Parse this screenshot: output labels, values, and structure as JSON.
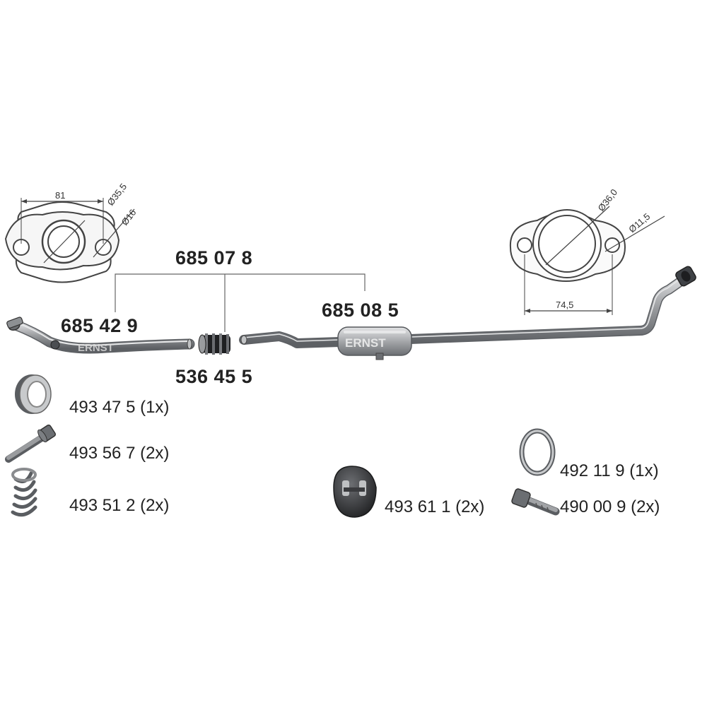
{
  "assembly": {
    "number": "685 07 8"
  },
  "parts": {
    "front_pipe": {
      "number": "685 42 9"
    },
    "connector": {
      "number": "536 45 5"
    },
    "middle_silencer": {
      "number": "685 08 5",
      "brand": "ERNST"
    },
    "front_pipe_brand": "ERNST"
  },
  "flange_left": {
    "width": "81",
    "dia_outer": "Ø35,5",
    "dia_hole": "Ø16"
  },
  "flange_right": {
    "width": "74,5",
    "dia_outer": "Ø36,0",
    "dia_hole": "Ø11,5"
  },
  "accessories": [
    {
      "label": "493 47 5 (1x)",
      "icon": "sealing-ring-icon"
    },
    {
      "label": "493 56 7 (2x)",
      "icon": "bolt-icon"
    },
    {
      "label": "493 51 2 (2x)",
      "icon": "spring-icon"
    },
    {
      "label": "493 61 1 (2x)",
      "icon": "rubber-mount-icon"
    },
    {
      "label": "492 11 9 (1x)",
      "icon": "gasket-ring-icon"
    },
    {
      "label": "490 00 9 (2x)",
      "icon": "screw-icon"
    }
  ],
  "colors": {
    "metal": "#8a8c8f",
    "metal_dark": "#55585c",
    "rubber": "#2f3033",
    "line": "#555555"
  }
}
